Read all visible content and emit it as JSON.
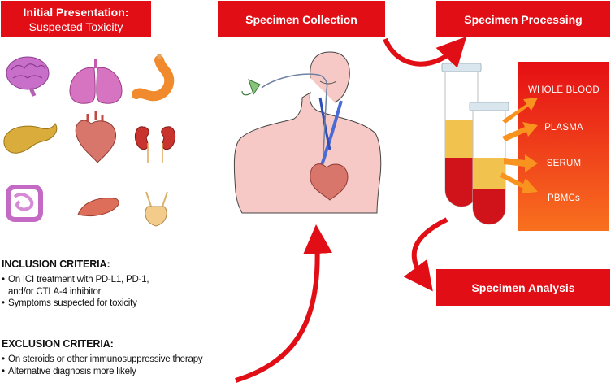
{
  "boxes": {
    "initial_title": "Initial Presentation:",
    "initial_subtitle": "Suspected Toxicity",
    "collection": "Specimen Collection",
    "processing": "Specimen Processing",
    "analysis": "Specimen Analysis"
  },
  "specimen_types": [
    "WHOLE BLOOD",
    "PLASMA",
    "SERUM",
    "PBMCs"
  ],
  "organs": [
    "brain-icon",
    "lungs-icon",
    "stomach-icon",
    "pancreas-icon",
    "heart-icon",
    "kidneys-icon",
    "intestines-icon",
    "liver-icon",
    "bladder-icon"
  ],
  "inclusion": {
    "heading": "INCLUSION CRITERIA:",
    "items": [
      "On ICI treatment with PD-L1, PD-1, and/or CTLA-4 inhibitor",
      "Symptoms suspected for toxicity"
    ]
  },
  "exclusion": {
    "heading": "EXCLUSION CRITERIA:",
    "items": [
      "On steroids or other immunosuppressive therapy",
      "Alternative diagnosis more likely"
    ]
  },
  "colors": {
    "accent_red": "#e10e16",
    "arrow_orange": "#f7931e",
    "blood_red": "#d0131a",
    "serum_yellow": "#f2c24f"
  }
}
